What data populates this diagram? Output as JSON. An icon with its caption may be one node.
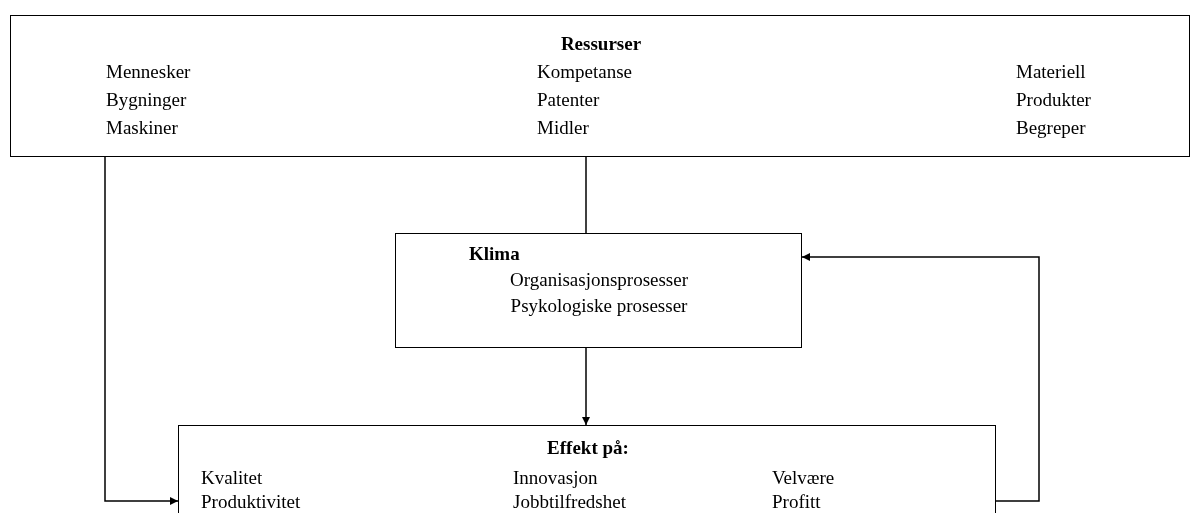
{
  "diagram": {
    "nodes": [
      {
        "text": [
          "Ressurser",
          "Mennesker",
          "Bygninger",
          "Maskiner",
          "Kompetanse",
          "Patenter",
          "Midler",
          "Materiell",
          "Produkter",
          "Begreper"
        ]
      },
      {
        "text": [
          "Klima",
          "Organisasjonsprosesser",
          "Psykologiske prosesser"
        ]
      },
      {
        "text": [
          "Effekt på:",
          "Kvalitet",
          "Produktivitet",
          "Innovasjon",
          "Jobbtilfredshet",
          "Velvære",
          "Profitt"
        ]
      }
    ],
    "edges": [
      {
        "from": 0,
        "to": 2,
        "arrow": "to"
      },
      {
        "from": 0,
        "to": 1,
        "arrow": "none"
      },
      {
        "from": 1,
        "to": 2,
        "arrow": "to"
      },
      {
        "from": 2,
        "to": 1,
        "arrow": "to"
      }
    ]
  }
}
